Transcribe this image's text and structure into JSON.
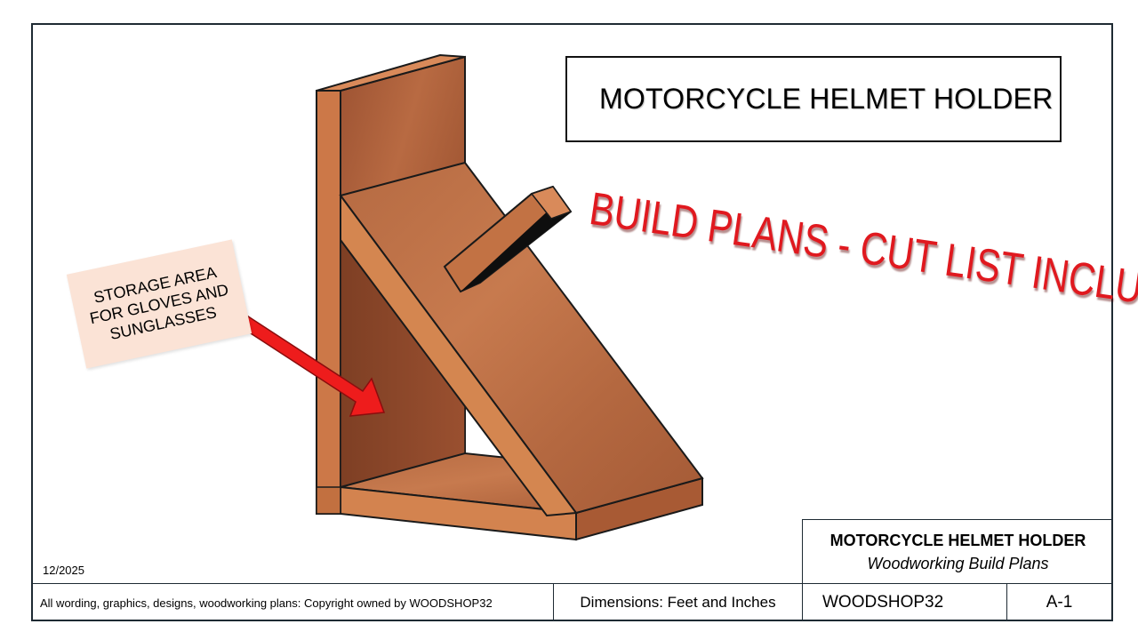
{
  "sheet": {
    "title": "MOTORCYCLE HELMET HOLDER",
    "banner": "BUILD PLANS - CUT LIST INCLUDED",
    "callout": {
      "lines": [
        "STORAGE AREA",
        "FOR GLOVES AND",
        "SUNGLASSES"
      ]
    },
    "date": "12/2025"
  },
  "title_block": {
    "project_name": "MOTORCYCLE HELMET HOLDER",
    "subtitle": "Woodworking Build Plans",
    "copyright": "All wording, graphics, designs, woodworking plans: Copyright owned by WOODSHOP32",
    "dimensions": "Dimensions: Feet and Inches",
    "company": "WOODSHOP32",
    "sheet_number": "A-1"
  },
  "colors": {
    "banner_red": "#e0191f",
    "arrow_red": "#ee1c1c",
    "callout_bg": "#fbe3d6",
    "wood_face": "#a85a35",
    "wood_edge": "#cf7a4a",
    "frame": "#1e2a33"
  }
}
